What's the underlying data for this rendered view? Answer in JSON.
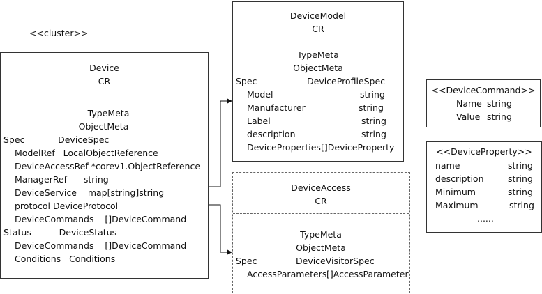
{
  "cluster_label": "<<cluster>>",
  "device": {
    "title": "Device",
    "subtitle": "CR",
    "lines": [
      "TypeMeta",
      "ObjectMeta",
      "Spec            DeviceSpec",
      "ModelRef   LocalObjectReference",
      "DeviceAccessRef *corev1.ObjectReference",
      "ManagerRef      string",
      "DeviceService    map[string]string",
      "protocol DeviceProtocol",
      "DeviceCommands    []DeviceCommand",
      "Status          DeviceStatus",
      "DeviceCommands    []DeviceCommand",
      "Conditions   Conditions"
    ]
  },
  "device_model": {
    "title": "DeviceModel",
    "subtitle": "CR",
    "lines": [
      "TypeMeta",
      "ObjectMeta",
      [
        "Spec",
        "DeviceProfileSpec"
      ],
      [
        "Model",
        "string"
      ],
      [
        "Manufacturer",
        "string"
      ],
      [
        "Label",
        "string"
      ],
      [
        "description",
        "string"
      ],
      [
        "DeviceProperties",
        "[]DeviceProperty"
      ]
    ]
  },
  "device_access": {
    "title": "DeviceAccess",
    "subtitle": "CR",
    "lines": [
      "TypeMeta",
      "ObjectMeta",
      [
        "Spec",
        "DeviceVisitorSpec"
      ],
      [
        "AccessParameters",
        "[]AccessParameter"
      ]
    ]
  },
  "device_command": {
    "title": "<<DeviceCommand>>",
    "rows": [
      [
        "Name",
        "string"
      ],
      [
        "Value",
        "string"
      ]
    ]
  },
  "device_property": {
    "title": "<<DeviceProperty>>",
    "rows": [
      [
        "name",
        "string"
      ],
      [
        "description",
        "string"
      ],
      [
        "Minimum",
        "string"
      ],
      [
        "Maximum",
        "string"
      ]
    ],
    "ellipsis": "......"
  }
}
